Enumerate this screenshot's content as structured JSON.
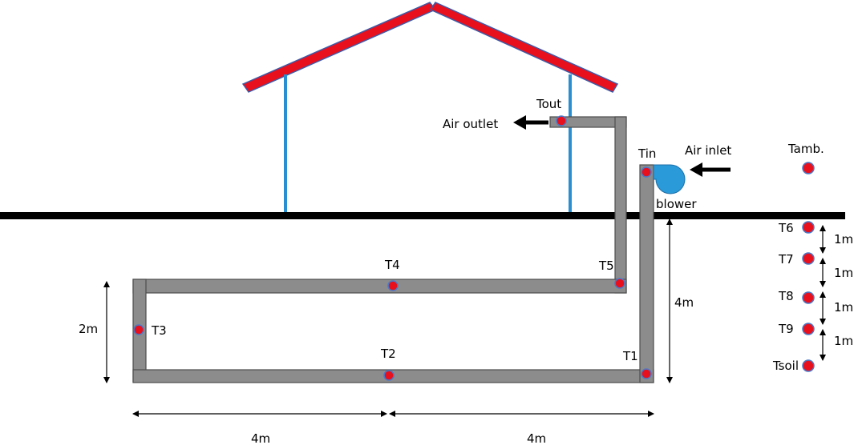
{
  "labels": {
    "tout": "Tout",
    "air_outlet": "Air outlet",
    "tin": "Tin",
    "air_inlet": "Air inlet",
    "blower": "blower",
    "tamb": "Tamb.",
    "t1": "T1",
    "t2": "T2",
    "t3": "T3",
    "t4": "T4",
    "t5": "T5",
    "t6": "T6",
    "t7": "T7",
    "t8": "T8",
    "t9": "T9",
    "tsoil": "Tsoil"
  },
  "dimensions": {
    "height_left": "2m",
    "depth_right": "4m",
    "length_left": "4m",
    "length_right": "4m",
    "soil_1": "1m",
    "soil_2": "1m",
    "soil_3": "1m",
    "soil_4": "1m"
  },
  "colors": {
    "roof": "#e8101c",
    "post": "#2a8fd0",
    "pipe": "#8c8c8c",
    "sensor": "#e8101c",
    "blower": "#2a9ad8"
  }
}
